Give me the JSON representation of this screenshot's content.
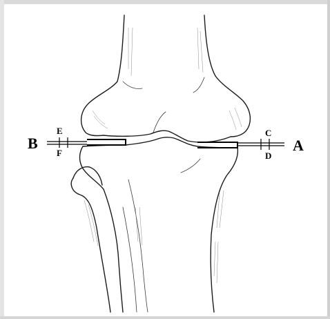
{
  "labels": {
    "A": "A",
    "B": "B",
    "C": "C",
    "D": "D",
    "E": "E",
    "F": "F"
  },
  "colors": {
    "line": "#1a1a1a",
    "background": "#ffffff",
    "frame": "#d9d9d9"
  }
}
